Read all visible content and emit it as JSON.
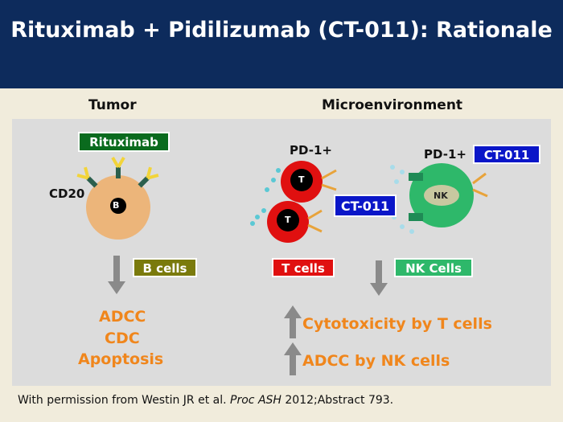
{
  "title": "Rituximab + Pidilizumab (CT-011): Rationale",
  "columns": {
    "left": "Tumor",
    "right": "Microenvironment"
  },
  "drugs": {
    "rituximab": "Rituximab",
    "ct011_a": "CT-011",
    "ct011_b": "CT-011"
  },
  "markers": {
    "cd20": "CD20",
    "pd1_t": "PD-1+",
    "pd1_nk": "PD-1+"
  },
  "cell_letters": {
    "b": "B",
    "t1": "T",
    "t2": "T",
    "nk": "NK"
  },
  "cell_labels": {
    "b_cells": "B cells",
    "t_cells": "T cells",
    "nk_cells": "NK Cells"
  },
  "outcomes": {
    "left": [
      "ADCC",
      "CDC",
      "Apoptosis"
    ],
    "t_cells": "Cytotoxicity by T cells",
    "nk_cells": "ADCC by NK cells"
  },
  "footer": {
    "prefix": "With permission from Westin JR et al. ",
    "journal": "Proc ASH",
    "suffix": " 2012;Abstract 793."
  },
  "colors": {
    "header_bg": "#0d2b5c",
    "rituximab_tag": "#0a6b1e",
    "ct011_tag": "#0a16c8",
    "b_cells_tag": "#7a7a0c",
    "t_cells_tag": "#e01010",
    "nk_cells_tag": "#2eb86a",
    "outcome_text": "#f0861c"
  },
  "icons": [
    "down-arrow-icon",
    "up-arrow-icon",
    "antibody-icon"
  ]
}
